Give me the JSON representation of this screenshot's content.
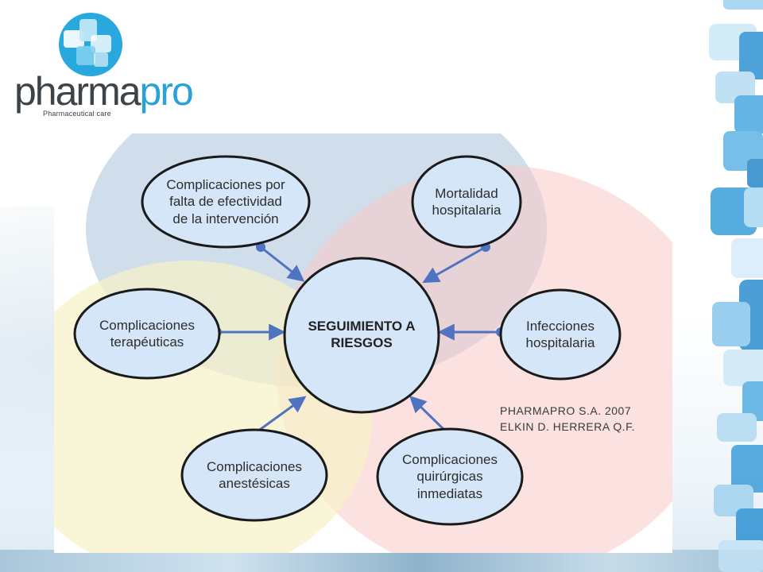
{
  "logo": {
    "word_part1": "pharma",
    "word_part2": "pro",
    "tagline": "Pharmaceutical care"
  },
  "diagram": {
    "center": "SEGUIMIENTO A\nRIESGOS",
    "nodes": [
      {
        "id": "falta-efectividad",
        "label": "Complicaciones por\nfalta de efectividad\nde la intervención"
      },
      {
        "id": "mortalidad",
        "label": "Mortalidad\nhospitalaria"
      },
      {
        "id": "terapeuticas",
        "label": "Complicaciones\nterapéuticas"
      },
      {
        "id": "infecciones",
        "label": "Infecciones\nhospitalaria"
      },
      {
        "id": "anestesicas",
        "label": "Complicaciones\nanestésicas"
      },
      {
        "id": "quirurgicas",
        "label": "Complicaciones\nquirúrgicas\ninmediatas"
      }
    ],
    "credit": "PHARMAPRO S.A. 2007\nELKIN D. HERRERA Q.F."
  },
  "colors": {
    "node_fill": "#d4e6f8",
    "node_border": "#1a1a1a",
    "connector": "#4f73c1",
    "brand_dark": "#3c4349",
    "brand_blue": "#27a3d9"
  }
}
